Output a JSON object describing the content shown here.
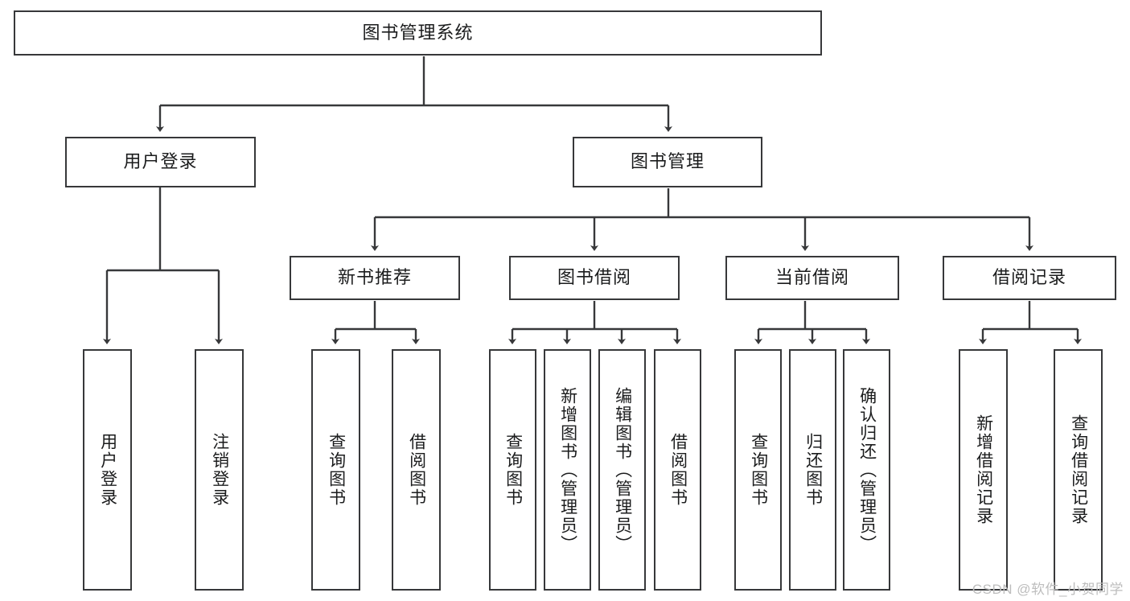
{
  "diagram": {
    "title": "图书管理系统",
    "watermark": "CSDN @软件_小贺同学",
    "stroke_color": "#37383a",
    "fill_color": "#ffffff",
    "text_color": "#1b1c1d",
    "watermark_color": "#bdbdbd",
    "root": {
      "label": "图书管理系统"
    },
    "level1": [
      {
        "label": "用户登录"
      },
      {
        "label": "图书管理"
      }
    ],
    "level2": [
      {
        "label": "新书推荐"
      },
      {
        "label": "图书借阅"
      },
      {
        "label": "当前借阅"
      },
      {
        "label": "借阅记录"
      }
    ],
    "leaves": {
      "user_login": [
        {
          "label": "用户登录"
        },
        {
          "label": "注销登录"
        }
      ],
      "new_book_recommend": [
        {
          "label": "查询图书"
        },
        {
          "label": "借阅图书"
        }
      ],
      "book_borrow": [
        {
          "label": "查询图书"
        },
        {
          "label": "新增图书（管理员）"
        },
        {
          "label": "编辑图书（管理员）"
        },
        {
          "label": "借阅图书"
        }
      ],
      "current_borrow": [
        {
          "label": "查询图书"
        },
        {
          "label": "归还图书"
        },
        {
          "label": "确认归还（管理员）"
        }
      ],
      "borrow_record": [
        {
          "label": "新增借阅记录"
        },
        {
          "label": "查询借阅记录"
        }
      ]
    }
  }
}
